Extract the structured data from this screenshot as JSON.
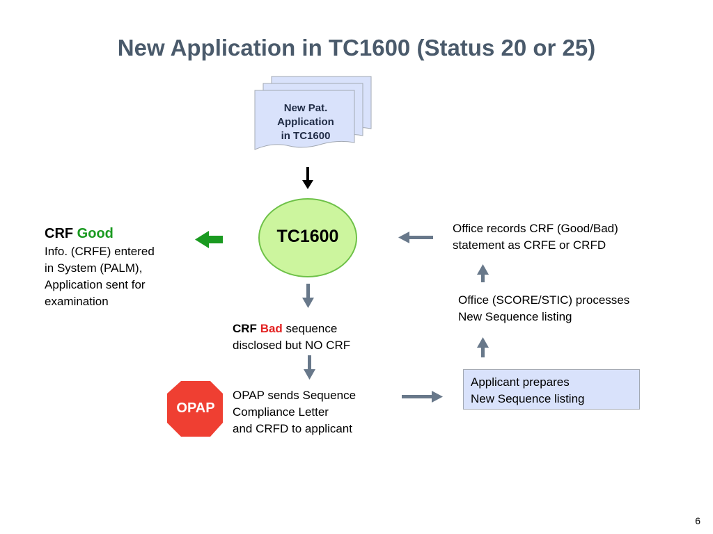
{
  "title": "New Application in TC1600 (Status 20 or 25)",
  "document": {
    "lines": [
      "New  Pat.",
      "Application",
      "in TC1600"
    ]
  },
  "tc_node": {
    "label": "TC1600"
  },
  "crf_good": {
    "prefix": "CRF",
    "status": "Good",
    "lines": [
      "Info. (CRFE) entered",
      "in System (PALM),",
      "Application sent for",
      "examination"
    ]
  },
  "crf_bad": {
    "prefix": "CRF",
    "status": "Bad",
    "line1_rest": "sequence",
    "line2": "disclosed but NO CRF"
  },
  "office_records": {
    "lines": [
      "Office records CRF (Good/Bad)",
      "statement as CRFE or CRFD"
    ]
  },
  "office_processes": {
    "lines": [
      "Office (SCORE/STIC) processes",
      "New Sequence listing"
    ]
  },
  "opap": {
    "sign_label": "OPAP",
    "lines": [
      "OPAP sends Sequence",
      "Compliance Letter",
      "and CRFD to applicant"
    ]
  },
  "applicant": {
    "lines": [
      "Applicant prepares",
      "New Sequence listing"
    ]
  },
  "page_number": "6",
  "colors": {
    "title": "#4a5a6b",
    "arrow_gray": "#68788a",
    "arrow_green": "#1a9a20",
    "crf_good": "#1a9a20",
    "crf_bad": "#e32222",
    "tc_fill": "#ccf59e",
    "tc_border": "#6ec148",
    "doc_fill": "#d9e2fb",
    "doc_border": "#a3a9b3",
    "stop_fill": "#ef3f32",
    "applicant_fill": "#d9e2fb"
  }
}
